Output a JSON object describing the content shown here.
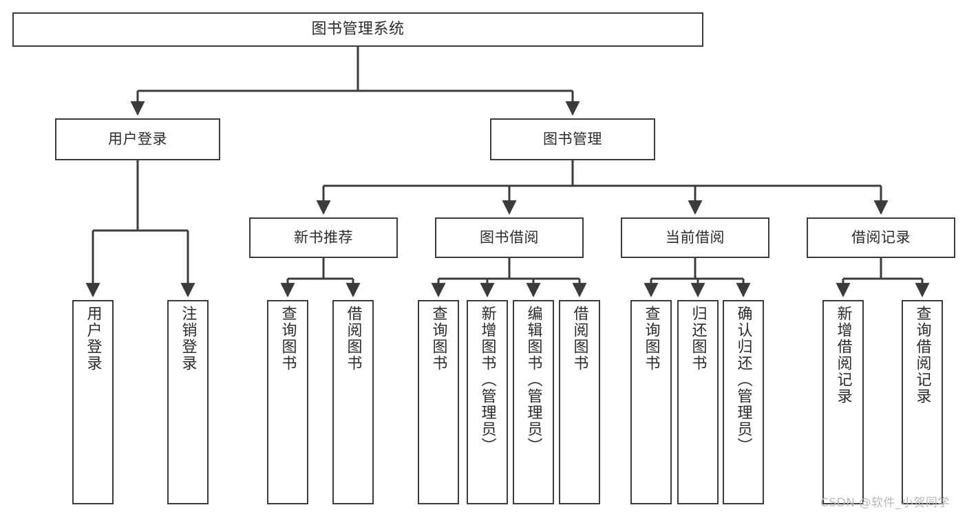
{
  "diagram": {
    "type": "tree",
    "title": "图书管理系统",
    "line_color": "#3b3b3b",
    "box_fill": "#ffffff",
    "text_color": "#2b2b2b",
    "watermark": "CSDN @软件_小贺同学",
    "watermark_color": "#b9b9b9",
    "levels": {
      "root": {
        "label": "图书管理系统"
      },
      "level2": [
        {
          "label": "用户登录"
        },
        {
          "label": "图书管理"
        }
      ],
      "level3": [
        {
          "label": "新书推荐",
          "parent": "图书管理"
        },
        {
          "label": "图书借阅",
          "parent": "图书管理"
        },
        {
          "label": "当前借阅",
          "parent": "图书管理"
        },
        {
          "label": "借阅记录",
          "parent": "图书管理"
        }
      ],
      "leaves": [
        {
          "label": "用户登录",
          "parent": "用户登录"
        },
        {
          "label": "注销登录",
          "parent": "用户登录"
        },
        {
          "label": "查询图书",
          "parent": "新书推荐"
        },
        {
          "label": "借阅图书",
          "parent": "新书推荐"
        },
        {
          "label": "查询图书",
          "parent": "图书借阅"
        },
        {
          "label": "新增图书（管理员）",
          "parent": "图书借阅"
        },
        {
          "label": "编辑图书（管理员）",
          "parent": "图书借阅"
        },
        {
          "label": "借阅图书",
          "parent": "图书借阅"
        },
        {
          "label": "查询图书",
          "parent": "当前借阅"
        },
        {
          "label": "归还图书",
          "parent": "当前借阅"
        },
        {
          "label": "确认归还（管理员）",
          "parent": "当前借阅"
        },
        {
          "label": "新增借阅记录",
          "parent": "借阅记录"
        },
        {
          "label": "查询借阅记录",
          "parent": "借阅记录"
        }
      ]
    }
  }
}
